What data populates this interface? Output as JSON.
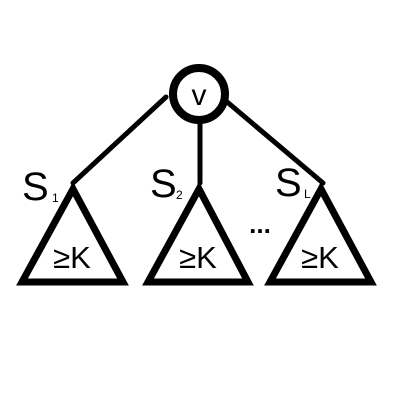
{
  "colors": {
    "stroke": "#000000",
    "background": "#ffffff"
  },
  "root": {
    "label": "v"
  },
  "subtrees": [
    {
      "letter": "S",
      "index": "1",
      "content": "≥K"
    },
    {
      "letter": "S",
      "index": "2",
      "content": "≥K"
    },
    {
      "letter": "S",
      "index": "L",
      "content": "≥K"
    }
  ],
  "ellipsis": "..."
}
